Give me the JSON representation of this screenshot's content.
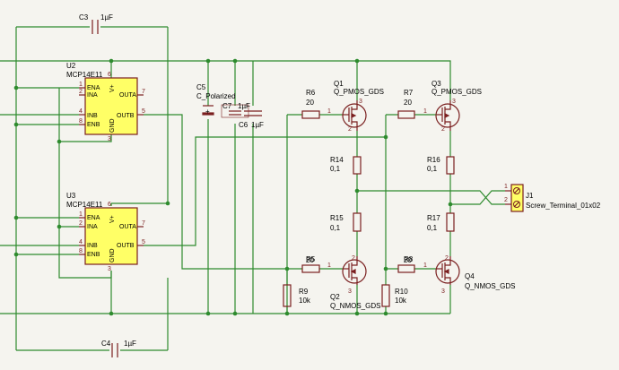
{
  "components": {
    "U2": {
      "ref": "U2",
      "value": "MCP14E11",
      "pins_left": [
        "ENA",
        "INA",
        "INB",
        "ENB"
      ],
      "pin_top": "V+",
      "pin_bottom": "GND",
      "pins_right": [
        "OUTA",
        "OUTB"
      ],
      "pin_numbers": [
        "1",
        "2",
        "4",
        "8",
        "6",
        "3",
        "7",
        "5"
      ]
    },
    "U3": {
      "ref": "U3",
      "value": "MCP14E11",
      "pins_left": [
        "ENA",
        "INA",
        "INB",
        "ENB"
      ],
      "pin_top": "V+",
      "pin_bottom": "GND",
      "pins_right": [
        "OUTA",
        "OUTB"
      ],
      "pin_numbers": [
        "1",
        "2",
        "4",
        "8",
        "6",
        "3",
        "7",
        "5"
      ]
    },
    "C3": {
      "ref": "C3",
      "value": "1µF"
    },
    "C4": {
      "ref": "C4",
      "value": "1µF"
    },
    "C5": {
      "ref": "C5",
      "value": "C_Polarized"
    },
    "C6": {
      "ref": "C6",
      "value": "1µF"
    },
    "C7": {
      "ref": "C7",
      "value": "1µF"
    },
    "R5": {
      "ref": "R5",
      "value": "20"
    },
    "R6": {
      "ref": "R6",
      "value": "20"
    },
    "R7": {
      "ref": "R7",
      "value": "20"
    },
    "R8": {
      "ref": "R8",
      "value": "20"
    },
    "R9": {
      "ref": "R9",
      "value": "10k"
    },
    "R10": {
      "ref": "R10",
      "value": "10k"
    },
    "R14": {
      "ref": "R14",
      "value": "0,1"
    },
    "R15": {
      "ref": "R15",
      "value": "0,1"
    },
    "R16": {
      "ref": "R16",
      "value": "0,1"
    },
    "R17": {
      "ref": "R17",
      "value": "0,1"
    },
    "Q1": {
      "ref": "Q1",
      "value": "Q_PMOS_GDS",
      "pins": [
        "1",
        "2",
        "3"
      ]
    },
    "Q2": {
      "ref": "Q2",
      "value": "Q_NMOS_GDS",
      "pins": [
        "1",
        "2",
        "3"
      ]
    },
    "Q3": {
      "ref": "Q3",
      "value": "Q_PMOS_GDS",
      "pins": [
        "1",
        "2",
        "3"
      ]
    },
    "Q4": {
      "ref": "Q4",
      "value": "Q_NMOS_GDS",
      "pins": [
        "1",
        "2",
        "3"
      ]
    },
    "J1": {
      "ref": "J1",
      "value": "Screw_Terminal_01x02",
      "pins": [
        "1",
        "2"
      ]
    }
  },
  "plus_sign": "+",
  "colors": {
    "wire": "#2e8b2e",
    "component": "#7a1f1f",
    "ic_fill": "#ffff66",
    "terminal_fill": "#ffff66",
    "background": "#f5f4ef"
  }
}
